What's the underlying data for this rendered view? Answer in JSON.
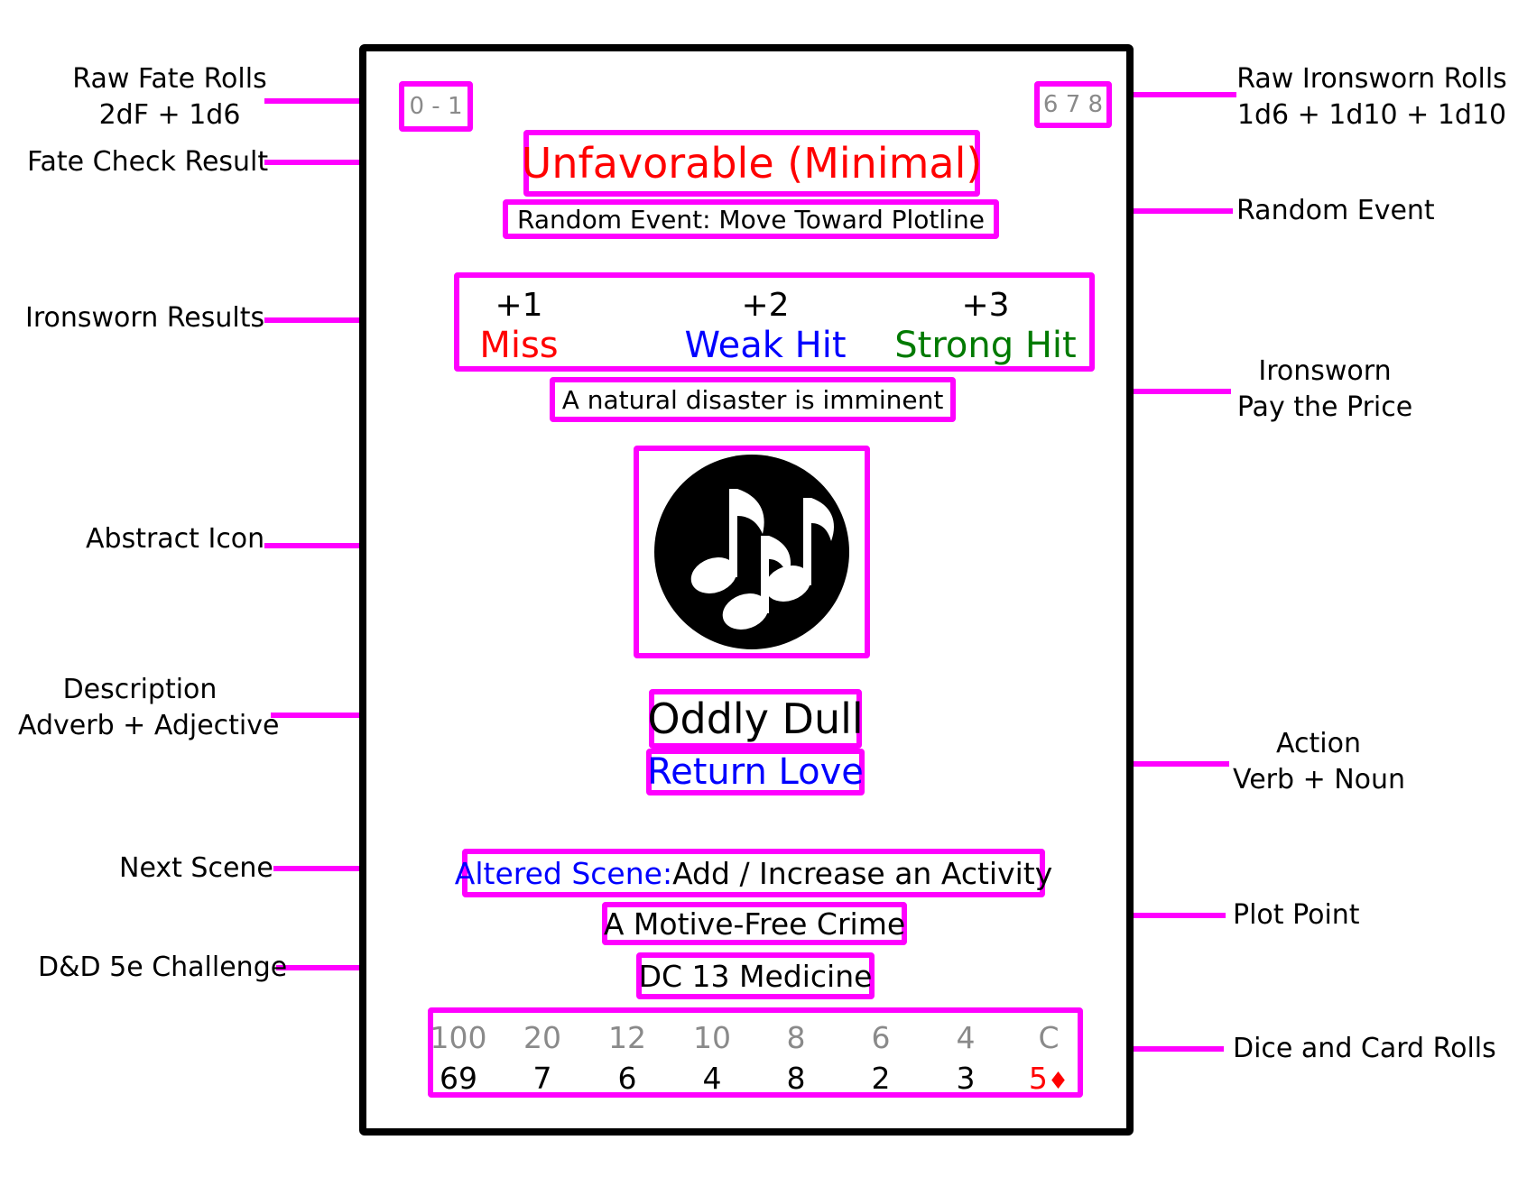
{
  "colors": {
    "highlight": "#ff00ff",
    "unfavorable": "#ff0000",
    "miss": "#ff0000",
    "weak_hit": "#0000ff",
    "strong_hit": "#007a00",
    "action": "#0000ff",
    "scene_prefix": "#0000ff",
    "card_suit": "#ff0000",
    "muted": "#8a8a8a"
  },
  "card": {
    "raw_fate_rolls": "0 - 1",
    "raw_ironsworn_rolls": "6 7 8",
    "fate_check_result": "Unfavorable (Minimal)",
    "random_event": "Random Event: Move Toward Plotline",
    "ironsworn": [
      {
        "modifier": "+1",
        "result": "Miss"
      },
      {
        "modifier": "+2",
        "result": "Weak Hit"
      },
      {
        "modifier": "+3",
        "result": "Strong Hit"
      }
    ],
    "pay_the_price": "A natural disaster is imminent",
    "abstract_icon": "music-notes-icon",
    "description": "Oddly Dull",
    "action": "Return Love",
    "next_scene": {
      "prefix": "Altered Scene:",
      "text": "Add / Increase an Activity"
    },
    "plot_point": "A Motive-Free Crime",
    "challenge": "DC 13 Medicine",
    "dice": [
      {
        "die": "100",
        "value": "69"
      },
      {
        "die": "20",
        "value": "7"
      },
      {
        "die": "12",
        "value": "6"
      },
      {
        "die": "10",
        "value": "4"
      },
      {
        "die": "8",
        "value": "8"
      },
      {
        "die": "6",
        "value": "2"
      },
      {
        "die": "4",
        "value": "3"
      },
      {
        "die": "C",
        "value": "5",
        "suit": "♦"
      }
    ]
  },
  "annotations": {
    "raw_fate_rolls": [
      "Raw Fate Rolls",
      "2dF + 1d6"
    ],
    "fate_check_result": "Fate Check Result",
    "ironsworn_results": "Ironsworn Results",
    "abstract_icon": "Abstract Icon",
    "description": [
      "Description",
      "Adverb + Adjective"
    ],
    "next_scene": "Next Scene",
    "challenge": "D&D 5e Challenge",
    "raw_ironsworn_rolls": [
      "Raw Ironsworn Rolls",
      "1d6 + 1d10 + 1d10"
    ],
    "random_event": "Random Event",
    "pay_the_price": [
      "Ironsworn",
      "Pay the Price"
    ],
    "action": [
      "Action",
      "Verb + Noun"
    ],
    "plot_point": "Plot Point",
    "dice_rolls": "Dice and Card Rolls"
  }
}
